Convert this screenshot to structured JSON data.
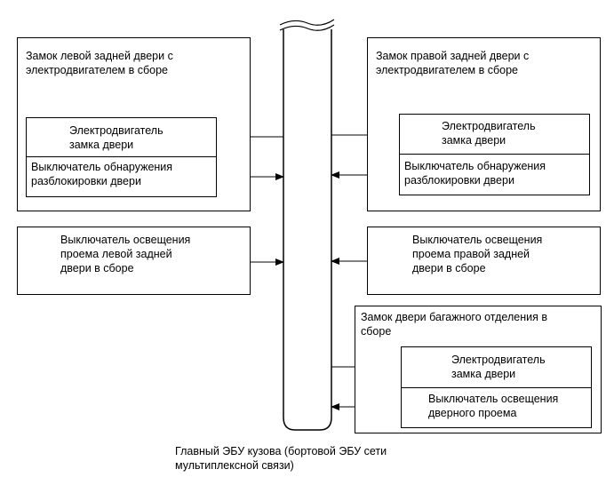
{
  "ecu_label": "Главный ЭБУ кузова (бортовой ЭБУ сети\nмультиплексной связи)",
  "left_rear_lock": {
    "title": "Замок левой задней двери с\nэлектродвигателем в сборе",
    "motor": "Электродвигатель\nзамка двери",
    "unlock_switch": "Выключатель обнаружения\nразблокировки двери"
  },
  "right_rear_lock": {
    "title": "Замок правой задней двери с\nэлектродвигателем в сборе",
    "motor": "Электродвигатель\nзамка двери",
    "unlock_switch": "Выключатель обнаружения\nразблокировки двери"
  },
  "left_courtesy_switch": "Выключатель освещения\nпроема левой задней\nдвери в сборе",
  "right_courtesy_switch": "Выключатель освещения\nпроема правой задней\nдвери в сборе",
  "trunk_lock": {
    "title": "Замок двери багажного отделения в\nсборе",
    "motor": "Электродвигатель\nзамка двери",
    "courtesy_switch": "Выключатель освещения\nдверного проема"
  }
}
